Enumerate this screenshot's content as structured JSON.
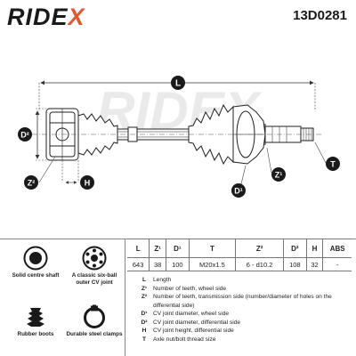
{
  "brand": {
    "name_part1": "RIDE",
    "name_part2": "X"
  },
  "part_number": "13D0281",
  "diagram_labels": {
    "length": "L",
    "d2_left": "D²",
    "z2_left": "Z²",
    "h_left": "H",
    "z1_right": "Z¹",
    "d1_right": "D¹",
    "t_right": "T"
  },
  "spec_table": {
    "headers": [
      "L",
      "Z¹",
      "D¹",
      "T",
      "Z²",
      "D²",
      "H",
      "ABS"
    ],
    "values": [
      "643",
      "38",
      "100",
      "M20x1.5",
      "6 - d10.2",
      "108",
      "32",
      "-"
    ]
  },
  "features": [
    {
      "icon": "solid-shaft-icon",
      "label": "Solid centre shaft"
    },
    {
      "icon": "cv-joint-icon",
      "label": "A classic six-ball outer CV joint"
    },
    {
      "icon": "rubber-boot-icon",
      "label": "Rubber boots"
    },
    {
      "icon": "steel-clamp-icon",
      "label": "Durable steel clamps"
    }
  ],
  "legend": [
    {
      "sym": "L",
      "desc": "Length"
    },
    {
      "sym": "Z¹",
      "desc": "Number of teeth, wheel side"
    },
    {
      "sym": "Z²",
      "desc": "Number of teeth, transmission side (number/diameter of holes on the differential side)"
    },
    {
      "sym": "D¹",
      "desc": "CV joint diameter, wheel side"
    },
    {
      "sym": "D²",
      "desc": "CV joint diameter, differential side"
    },
    {
      "sym": "H",
      "desc": "CV joint height, differential side"
    },
    {
      "sym": "T",
      "desc": "Axle nut/bolt thread size"
    }
  ],
  "colors": {
    "accent": "#e4572e",
    "label_bg": "#1a1a1a",
    "label_text": "#ffffff"
  }
}
